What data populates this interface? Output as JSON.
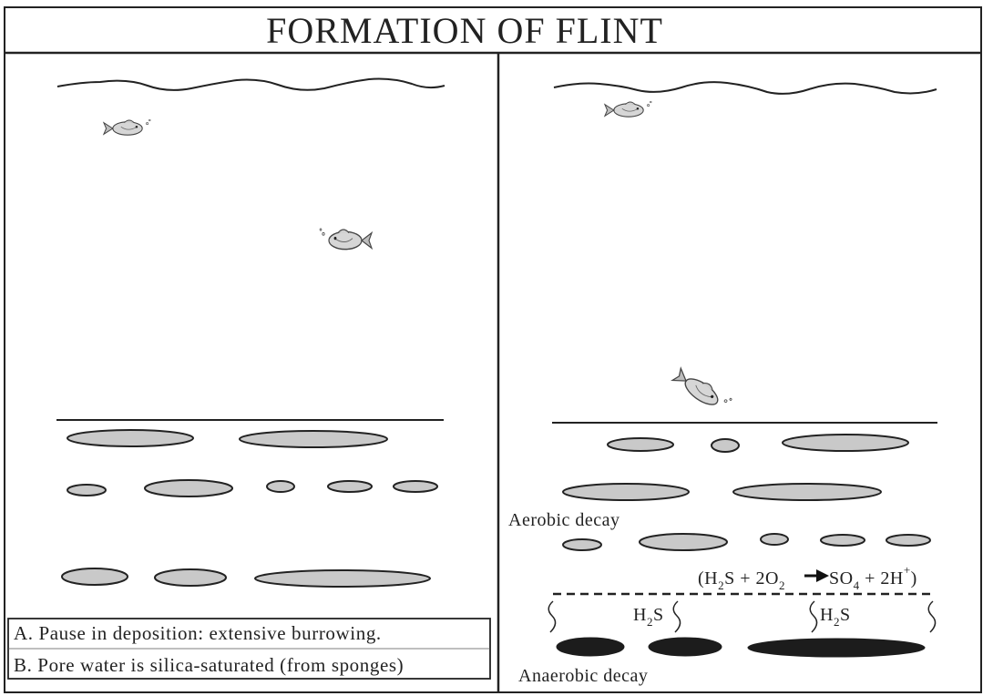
{
  "title": "FORMATION OF FLINT",
  "right_panel": {
    "aerobic_label": "Aerobic decay",
    "equation": {
      "open": "(H",
      "sub1": "2",
      "s": "S",
      "plus_o": " + 2O",
      "sub2": "2",
      "so": " SO",
      "sub3": "4",
      "plus_h": " + 2H",
      "sup": "+",
      "close": ")"
    },
    "h2s_left": {
      "h": "H",
      "sub": "2",
      "s": "S"
    },
    "h2s_right": {
      "h": "H",
      "sub": "2",
      "s": "S"
    },
    "anaerobic_label": "Anaerobic decay"
  },
  "left_panel": {
    "caption_a": "A. Pause in deposition: extensive burrowing.",
    "caption_b": "B. Pore water is silica-saturated (from sponges)"
  },
  "colors": {
    "ink": "#222222",
    "nodule_fill": "#c9c9c9",
    "flint_fill": "#1c1c1c",
    "paper": "#ffffff"
  },
  "icons": [
    "fish-icon",
    "wave-line",
    "arrow-right-icon",
    "squiggle-icon"
  ]
}
